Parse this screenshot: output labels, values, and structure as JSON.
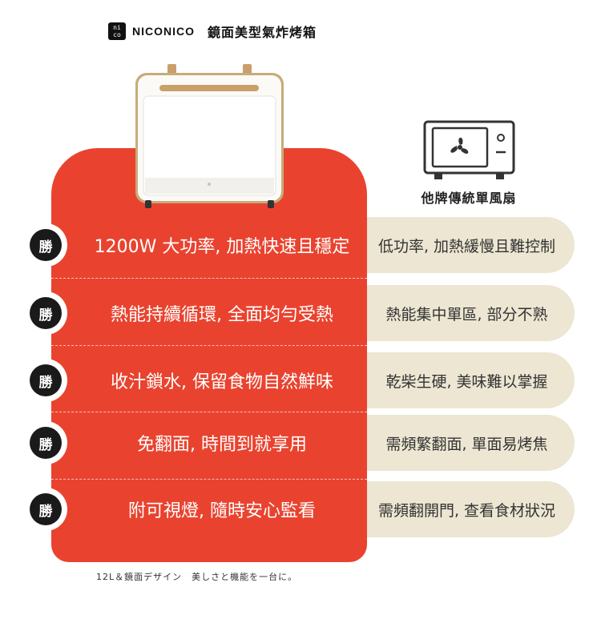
{
  "header": {
    "logo_top": "ni",
    "logo_bottom": "co",
    "brand": "NICONICO",
    "product": "鏡面美型氣炸烤箱"
  },
  "compare": {
    "label": "他牌傳統單風扇",
    "icon": "microwave-fan-icon"
  },
  "rows": [
    {
      "badge": "勝",
      "win": "1200W 大功率, 加熱快速且穩定",
      "lose": "低功率, 加熱緩慢且難控制"
    },
    {
      "badge": "勝",
      "win": "熱能持續循環, 全面均勻受熱",
      "lose": "熱能集中單區, 部分不熟"
    },
    {
      "badge": "勝",
      "win": "收汁鎖水, 保留食物自然鮮味",
      "lose": "乾柴生硬, 美味難以掌握"
    },
    {
      "badge": "勝",
      "win": "免翻面, 時間到就享用",
      "lose": "需頻繁翻面, 單面易烤焦"
    },
    {
      "badge": "勝",
      "win": "附可視燈, 隨時安心監看",
      "lose": "需頻翻開門, 查看食材狀況"
    }
  ],
  "footer": "12L＆鏡面デザイン　美しさと機能を一台に。",
  "colors": {
    "accent_red": "#e9432f",
    "beige": "#ece6d2",
    "badge_dark": "#1a1a1a"
  }
}
